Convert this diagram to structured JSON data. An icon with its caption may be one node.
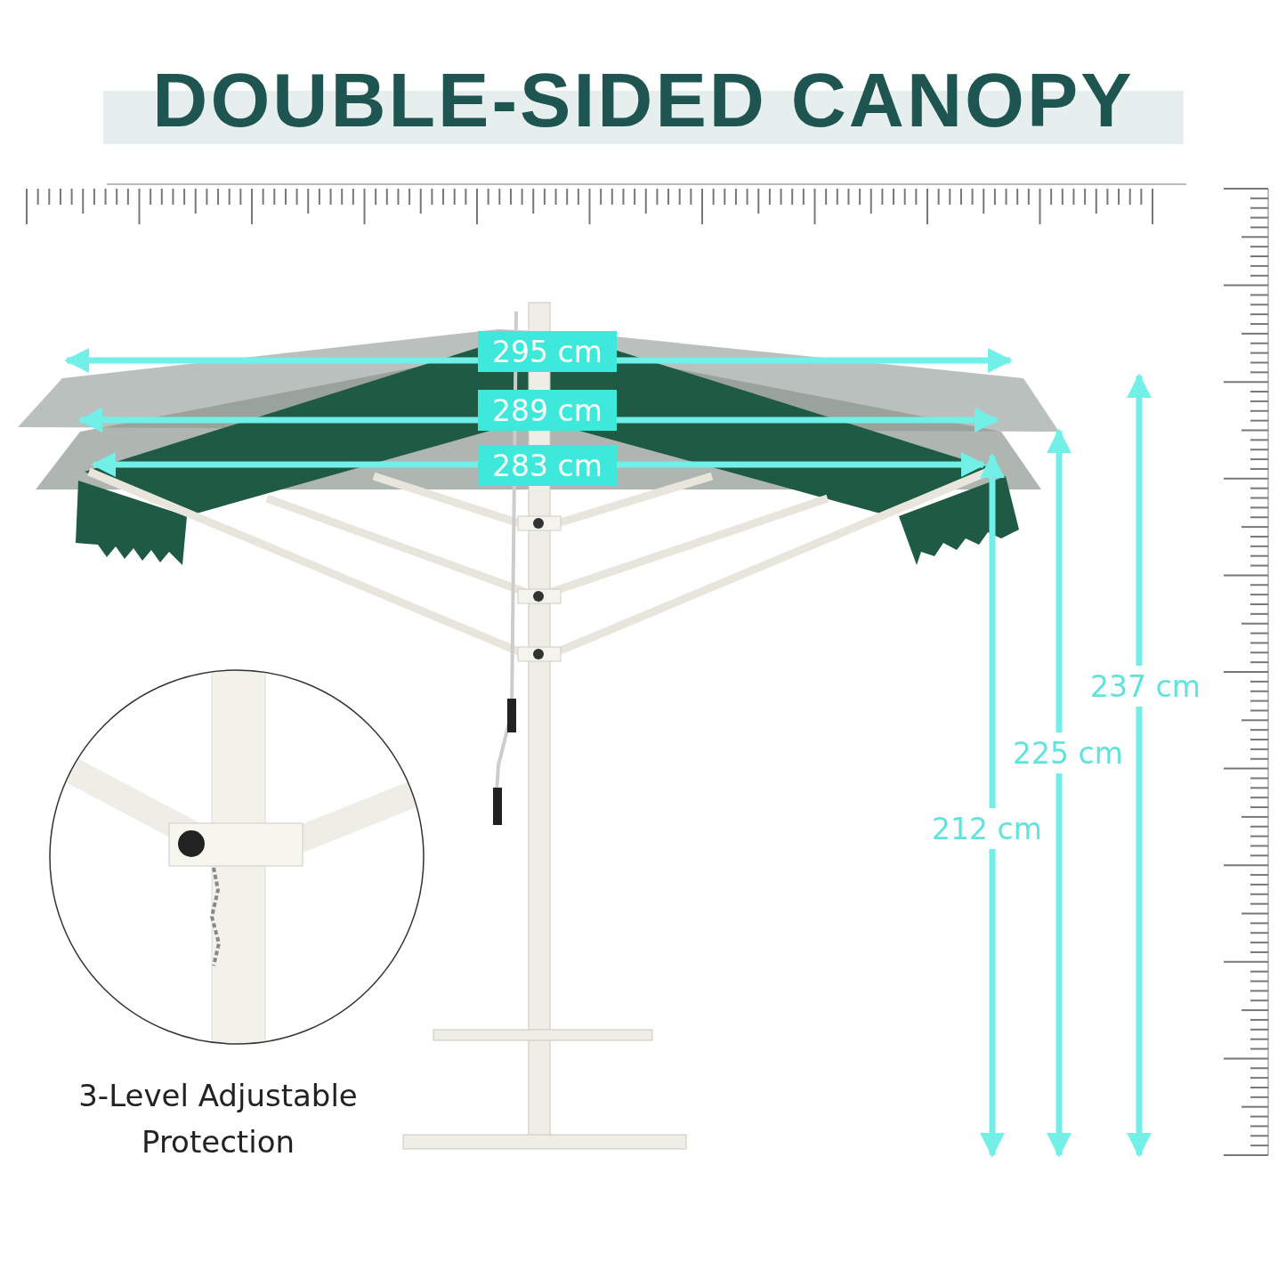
{
  "diagram": {
    "title": "DOUBLE-SIDED CANOPY",
    "labels": [
      "295 cm",
      "289 cm",
      "283 cm",
      "237 cm",
      "225 cm",
      "212 cm",
      "3-Level Adjustable Protection"
    ]
  }
}
